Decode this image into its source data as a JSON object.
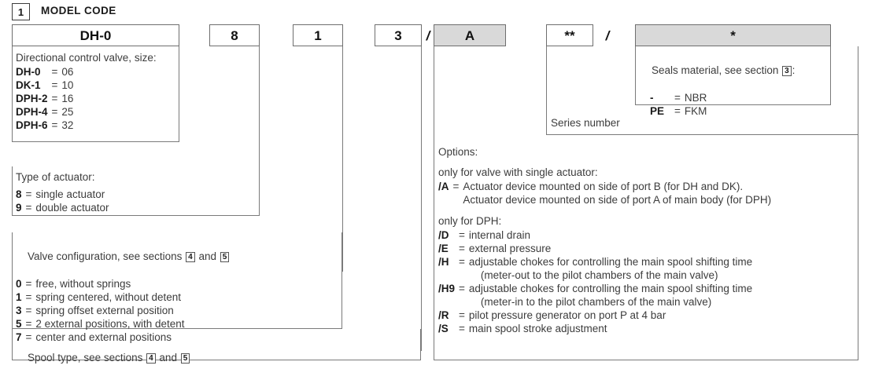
{
  "section": {
    "number": "1",
    "title": "MODEL CODE"
  },
  "code_boxes": [
    {
      "name": "model",
      "value": "DH-0",
      "shaded": false
    },
    {
      "name": "actuator-type",
      "value": "8",
      "shaded": false
    },
    {
      "name": "valve-configuration",
      "value": "1",
      "shaded": false
    },
    {
      "name": "spool-type",
      "value": "3",
      "shaded": false
    },
    {
      "name": "options",
      "value": "A",
      "shaded": true
    },
    {
      "name": "series-number",
      "value": "**",
      "shaded": false
    },
    {
      "name": "seals-material",
      "value": "*",
      "shaded": true
    }
  ],
  "separators": {
    "slash1": "/",
    "slash2": "/"
  },
  "model_block": {
    "heading": "Directional control valve, size:",
    "rows": [
      {
        "key": "DH-0",
        "eq": "=",
        "val": "06"
      },
      {
        "key": "DK-1",
        "eq": "=",
        "val": "10"
      },
      {
        "key": "DPH-2",
        "eq": "=",
        "val": "16"
      },
      {
        "key": "DPH-4",
        "eq": "=",
        "val": "25"
      },
      {
        "key": "DPH-6",
        "eq": "=",
        "val": "32"
      }
    ]
  },
  "actuator_block": {
    "heading": "Type of actuator:",
    "rows": [
      {
        "key": "8",
        "eq": "=",
        "val": "single actuator"
      },
      {
        "key": "9",
        "eq": "=",
        "val": "double actuator"
      }
    ]
  },
  "configuration_block": {
    "heading_pre": "Valve configuration, see sections ",
    "heading_ref1": "4",
    "heading_mid": " and ",
    "heading_ref2": "5",
    "rows": [
      {
        "key": "0",
        "eq": "=",
        "val": "free, without springs"
      },
      {
        "key": "1",
        "eq": "=",
        "val": "spring centered, without detent"
      },
      {
        "key": "3",
        "eq": "=",
        "val": "spring offset external position"
      },
      {
        "key": "5",
        "eq": "=",
        "val": "2 external positions, with detent"
      },
      {
        "key": "7",
        "eq": "=",
        "val": "center and external positions"
      }
    ]
  },
  "spool_block": {
    "heading_pre": "Spool type, see sections ",
    "heading_ref1": "4",
    "heading_mid": " and ",
    "heading_ref2": "5"
  },
  "options_block": {
    "heading": "Options:",
    "subheading_single": "only for valve with single actuator:",
    "single_rows": [
      {
        "key": "/A",
        "eq": "=",
        "val": "Actuator device mounted on side of port B (for DH and DK)."
      },
      {
        "key": "",
        "eq": "",
        "val": "Actuator device mounted on side of port A of main body (for DPH)"
      }
    ],
    "subheading_dph": "only for DPH:",
    "dph_rows": [
      {
        "key": "/D",
        "eq": "=",
        "val": "internal drain"
      },
      {
        "key": "/E",
        "eq": "=",
        "val": "external pressure"
      },
      {
        "key": "/H",
        "eq": "=",
        "val": "adjustable chokes for controlling the main spool shifting time"
      },
      {
        "key": "",
        "eq": "",
        "val": "    (meter-out to the pilot chambers of the main valve)"
      },
      {
        "key": "/H9",
        "eq": "=",
        "val": "adjustable chokes for controlling the main spool shifting time"
      },
      {
        "key": "",
        "eq": "",
        "val": "    (meter-in to the pilot chambers of the main valve)"
      },
      {
        "key": "/R",
        "eq": "=",
        "val": "pilot pressure generator on port P at 4 bar"
      },
      {
        "key": "/S",
        "eq": "=",
        "val": "main spool stroke adjustment"
      }
    ]
  },
  "seals_block": {
    "heading_pre": "Seals material, see section ",
    "heading_ref": "3",
    "heading_post": ":",
    "rows": [
      {
        "key": "-",
        "eq": "=",
        "val": "NBR"
      },
      {
        "key": "PE",
        "eq": "=",
        "val": "FKM"
      }
    ]
  },
  "series_block": {
    "label": "Series number"
  },
  "colors": {
    "shaded_box": "#d9d9d9",
    "line": "#7a7a7a",
    "text": "#3c3c3c",
    "bold_text": "#1a1a1a"
  }
}
